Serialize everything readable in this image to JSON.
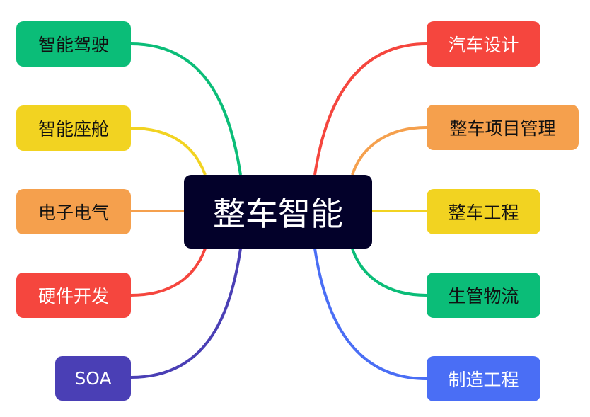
{
  "root": {
    "label": "整车智能",
    "color": "#03012a"
  },
  "left": [
    {
      "label": "智能驾驶",
      "color": "#0bbd78",
      "text_color": "#111111"
    },
    {
      "label": "智能座舱",
      "color": "#f2d321",
      "text_color": "#111111"
    },
    {
      "label": "电子电气",
      "color": "#f5a04d",
      "text_color": "#111111"
    },
    {
      "label": "硬件开发",
      "color": "#f5463e",
      "text_color": "#ffffff"
    },
    {
      "label": "SOA",
      "color": "#4a3fb5",
      "text_color": "#ffffff"
    }
  ],
  "right": [
    {
      "label": "汽车设计",
      "color": "#f5463e",
      "text_color": "#ffffff"
    },
    {
      "label": "整车项目管理",
      "color": "#f5a04d",
      "text_color": "#111111"
    },
    {
      "label": "整车工程",
      "color": "#f2d321",
      "text_color": "#111111"
    },
    {
      "label": "生管物流",
      "color": "#0bbd78",
      "text_color": "#111111"
    },
    {
      "label": "制造工程",
      "color": "#4a6ef5",
      "text_color": "#ffffff"
    }
  ]
}
